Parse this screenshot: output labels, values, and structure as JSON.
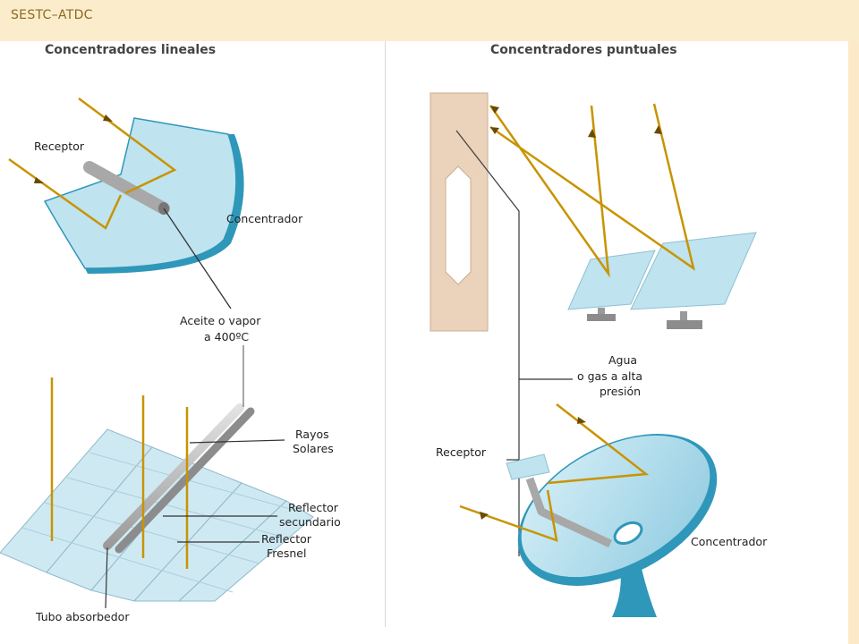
{
  "header": {
    "title": "SESTC–ATDC"
  },
  "left": {
    "title": "Concentradores lineales",
    "labels": {
      "receptor": "Receptor",
      "concentrador": "Concentrador",
      "aceite_1": "Aceite o vapor",
      "aceite_2": "a 400ºC",
      "rayos_1": "Rayos",
      "rayos_2": "Solares",
      "reflector_sec_1": "Reflector",
      "reflector_sec_2": "secundario",
      "reflector_fres_1": "Reflector",
      "reflector_fres_2": "Fresnel",
      "tubo": "Tubo absorbedor"
    }
  },
  "right": {
    "title": "Concentradores puntuales",
    "labels": {
      "agua_1": "Agua",
      "agua_2": "o gas a alta",
      "agua_3": "presión",
      "receptor": "Receptor",
      "concentrador": "Concentrador"
    }
  },
  "colors": {
    "ray": "#c89400",
    "ray_dark": "#6b4a00",
    "mirror": "#bfe3ef",
    "mirror_dark": "#2f97b9",
    "tower": "#ebd2ba"
  }
}
